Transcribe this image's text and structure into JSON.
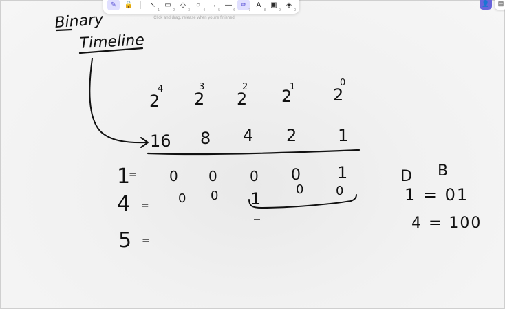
{
  "toolbar": {
    "tools": [
      {
        "name": "pen-mode-tool",
        "glyph": "✎",
        "key": "",
        "active": true
      },
      {
        "name": "lock-tool",
        "glyph": "🔓",
        "key": "",
        "active": false
      },
      {
        "name": "selection-tool",
        "glyph": "↖",
        "key": "1",
        "active": false
      },
      {
        "name": "rectangle-tool",
        "glyph": "▭",
        "key": "2",
        "active": false
      },
      {
        "name": "diamond-tool",
        "glyph": "◇",
        "key": "3",
        "active": false
      },
      {
        "name": "ellipse-tool",
        "glyph": "○",
        "key": "4",
        "active": false
      },
      {
        "name": "arrow-tool",
        "glyph": "→",
        "key": "5",
        "active": false
      },
      {
        "name": "line-tool",
        "glyph": "—",
        "key": "6",
        "active": false
      },
      {
        "name": "draw-tool",
        "glyph": "✏",
        "key": "7",
        "active": true
      },
      {
        "name": "text-tool",
        "glyph": "A",
        "key": "8",
        "active": false
      },
      {
        "name": "image-tool",
        "glyph": "▣",
        "key": "9",
        "active": false
      },
      {
        "name": "eraser-tool",
        "glyph": "◈",
        "key": "0",
        "active": false
      }
    ]
  },
  "hint": "Click and drag, release when you're finished",
  "user_icon": "👤",
  "library_icon": "▤",
  "drawing": {
    "title_line1": "Binary",
    "title_line2": "Timeline",
    "powers": {
      "base": [
        "2",
        "2",
        "2",
        "2",
        "2"
      ],
      "exponents": [
        "4",
        "3",
        "2",
        "1",
        "0"
      ]
    },
    "place_values": [
      "16",
      "8",
      "4",
      "2",
      "1"
    ],
    "rows": [
      {
        "label": "1",
        "eq": "=",
        "bits": [
          "0",
          "0",
          "0",
          "0",
          "1"
        ]
      },
      {
        "label": "4",
        "eq": "=",
        "bits": [
          "0",
          "0",
          "1",
          "0",
          "0"
        ]
      },
      {
        "label": "5",
        "eq": "=",
        "bits": []
      }
    ],
    "side_table": {
      "header_d": "D",
      "header_b": "B",
      "row1": "1 = 01",
      "row2": "4 = 100"
    }
  }
}
